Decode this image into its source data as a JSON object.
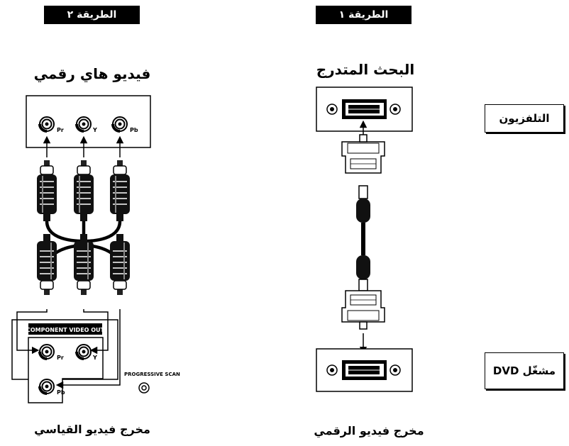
{
  "method2": {
    "tag": "الطريقة ٢",
    "heading": "فيديو هاي رقمي",
    "footer": "مخرج فيديو القياسي",
    "jacks_top": [
      "Pr",
      "Y",
      "Pb"
    ],
    "panel_title": "COMPONENT VIDEO OUT",
    "jacks_bottom": [
      "Pr",
      "Y",
      "Pb"
    ],
    "progressive_label": "PROGRESSIVE SCAN"
  },
  "method1": {
    "tag": "الطريقة ١",
    "heading": "البحث المتدرج",
    "footer": "مخرج فيديو الرقمي"
  },
  "devices": {
    "tv": "التلفزيون",
    "dvd": "مشغّل DVD"
  }
}
